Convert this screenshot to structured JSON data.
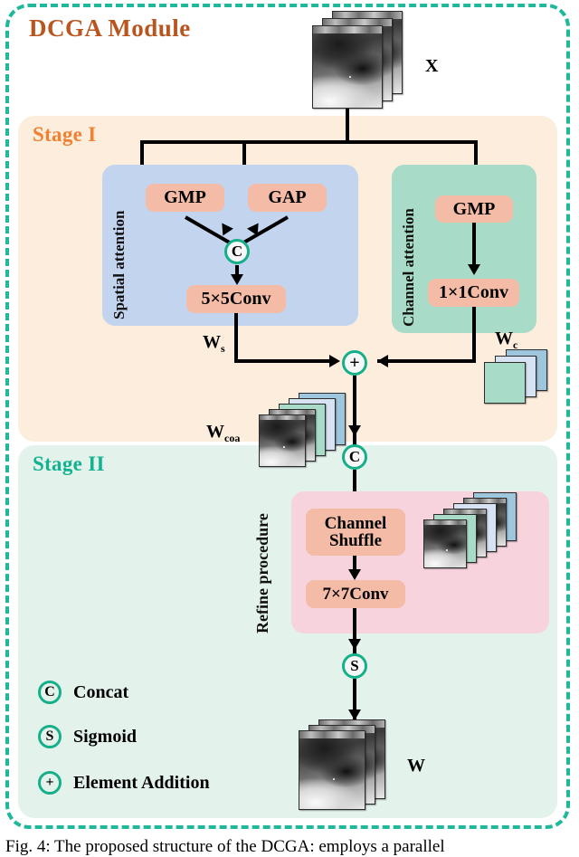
{
  "module": {
    "title": "DCGA Module",
    "title_color": "#b9551f",
    "frame_color": "#1fb89a"
  },
  "stages": {
    "stage1": {
      "title": "Stage I",
      "color": "#f18030",
      "background": "#fdeddd"
    },
    "stage2": {
      "title": "Stage II",
      "color": "#12b391",
      "background": "#e4f2ec"
    }
  },
  "panels": {
    "spatial": {
      "label": "Spatial attention",
      "background": "#c3d4ef"
    },
    "channel": {
      "label": "Channel attention",
      "background": "#a8dcc8"
    },
    "refine": {
      "label": "Refine procedure",
      "background": "#f7d4dd"
    }
  },
  "ops": {
    "gmp_spatial": "GMP",
    "gap_spatial": "GAP",
    "conv_5x5": "5×5Conv",
    "gmp_channel": "GMP",
    "conv_1x1": "1×1Conv",
    "channel_shuffle_line1": "Channel",
    "channel_shuffle_line2": "Shuffle",
    "conv_7x7": "7×7Conv"
  },
  "nodes": {
    "concat_spatial": "C",
    "element_addition": "+",
    "concat_stage2": "C",
    "sigmoid": "S",
    "node_color": "#15b089"
  },
  "tensors": {
    "input": "X",
    "spatial_weight": "W",
    "spatial_weight_sub": "s",
    "channel_weight": "W",
    "channel_weight_sub": "c",
    "coarse_weight": "W",
    "coarse_weight_sub": "coa",
    "output": "W"
  },
  "legend": [
    {
      "symbol": "C",
      "label": "Concat"
    },
    {
      "symbol": "S",
      "label": "Sigmoid"
    },
    {
      "symbol": "+",
      "label": "Element Addition"
    }
  ],
  "caption": "Fig. 4: The proposed structure of the DCGA: employs a parallel"
}
